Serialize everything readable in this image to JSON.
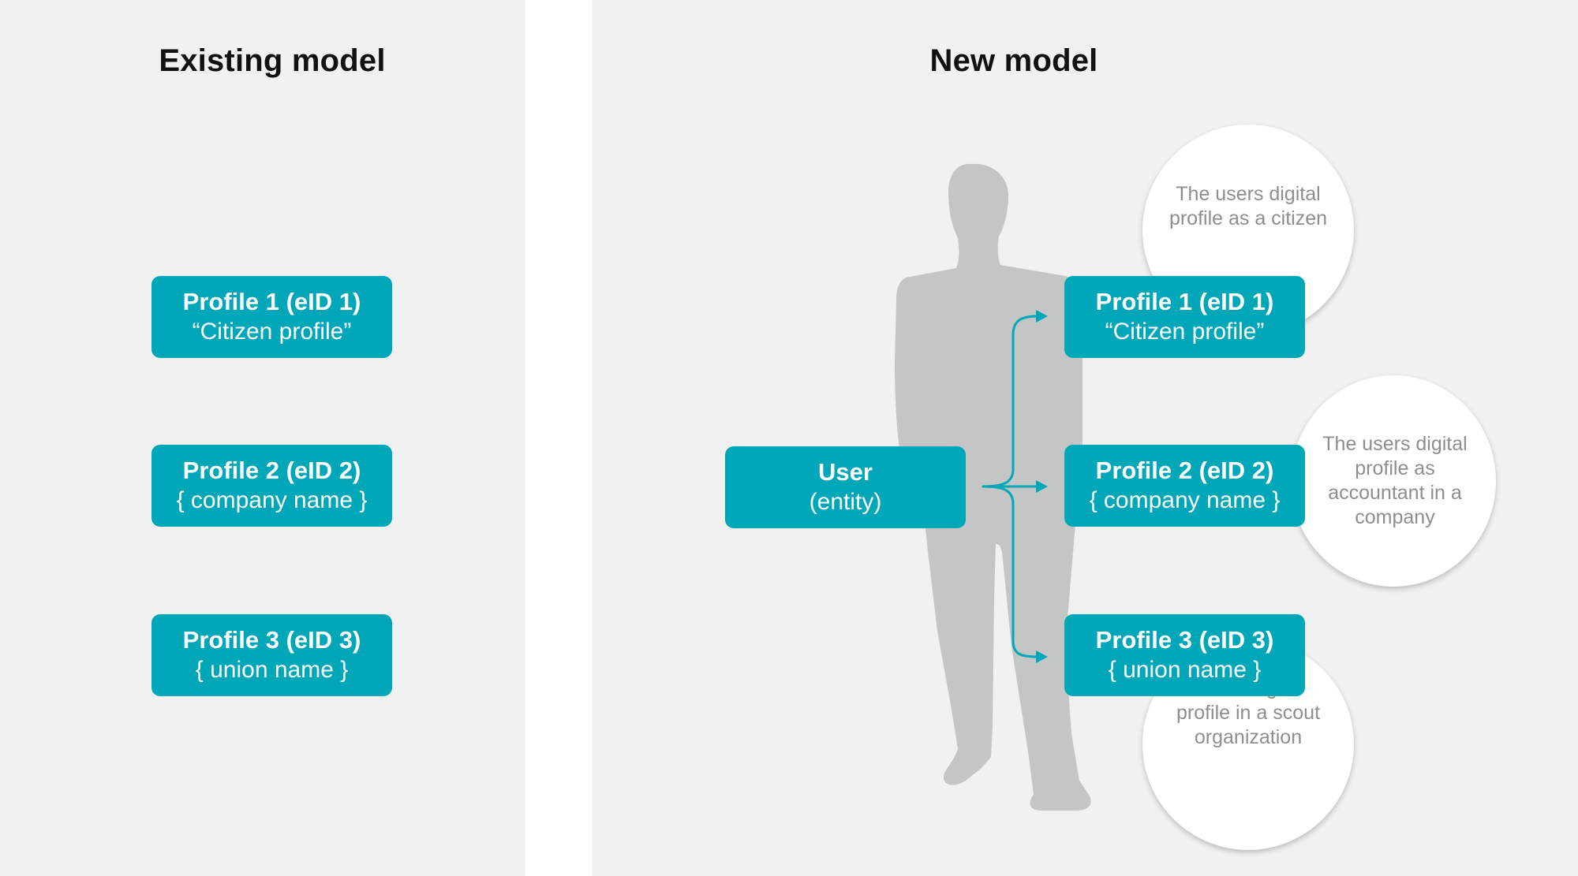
{
  "existing_model": {
    "title": "Existing model",
    "profiles": [
      {
        "title": "Profile 1 (eID 1)",
        "subtitle": "“Citizen profile”"
      },
      {
        "title": "Profile 2 (eID 2)",
        "subtitle": "{ company name }"
      },
      {
        "title": "Profile 3 (eID 3)",
        "subtitle": "{ union name }"
      }
    ]
  },
  "new_model": {
    "title": "New model",
    "user": {
      "title": "User",
      "subtitle": "(entity)"
    },
    "profiles": [
      {
        "title": "Profile 1 (eID 1)",
        "subtitle": "“Citizen profile”"
      },
      {
        "title": "Profile 2 (eID 2)",
        "subtitle": "{ company name }"
      },
      {
        "title": "Profile 3 (eID 3)",
        "subtitle": "{ union name }"
      }
    ],
    "bubbles": [
      {
        "text": "The users digital profile as a citizen"
      },
      {
        "text": "The users digital profile as accountant in a company"
      },
      {
        "text": "Users digital profile in a scout organization"
      }
    ]
  },
  "colors": {
    "accent": "#00a7b8",
    "panel_background": "#f0f1f0",
    "divider": "#ffffff",
    "silhouette": "#c4c6c6",
    "bubble_text": "#8e8e8e",
    "title_text": "#111111"
  },
  "icons": {
    "person": "person-silhouette-icon",
    "arrow": "arrow-right-icon"
  }
}
